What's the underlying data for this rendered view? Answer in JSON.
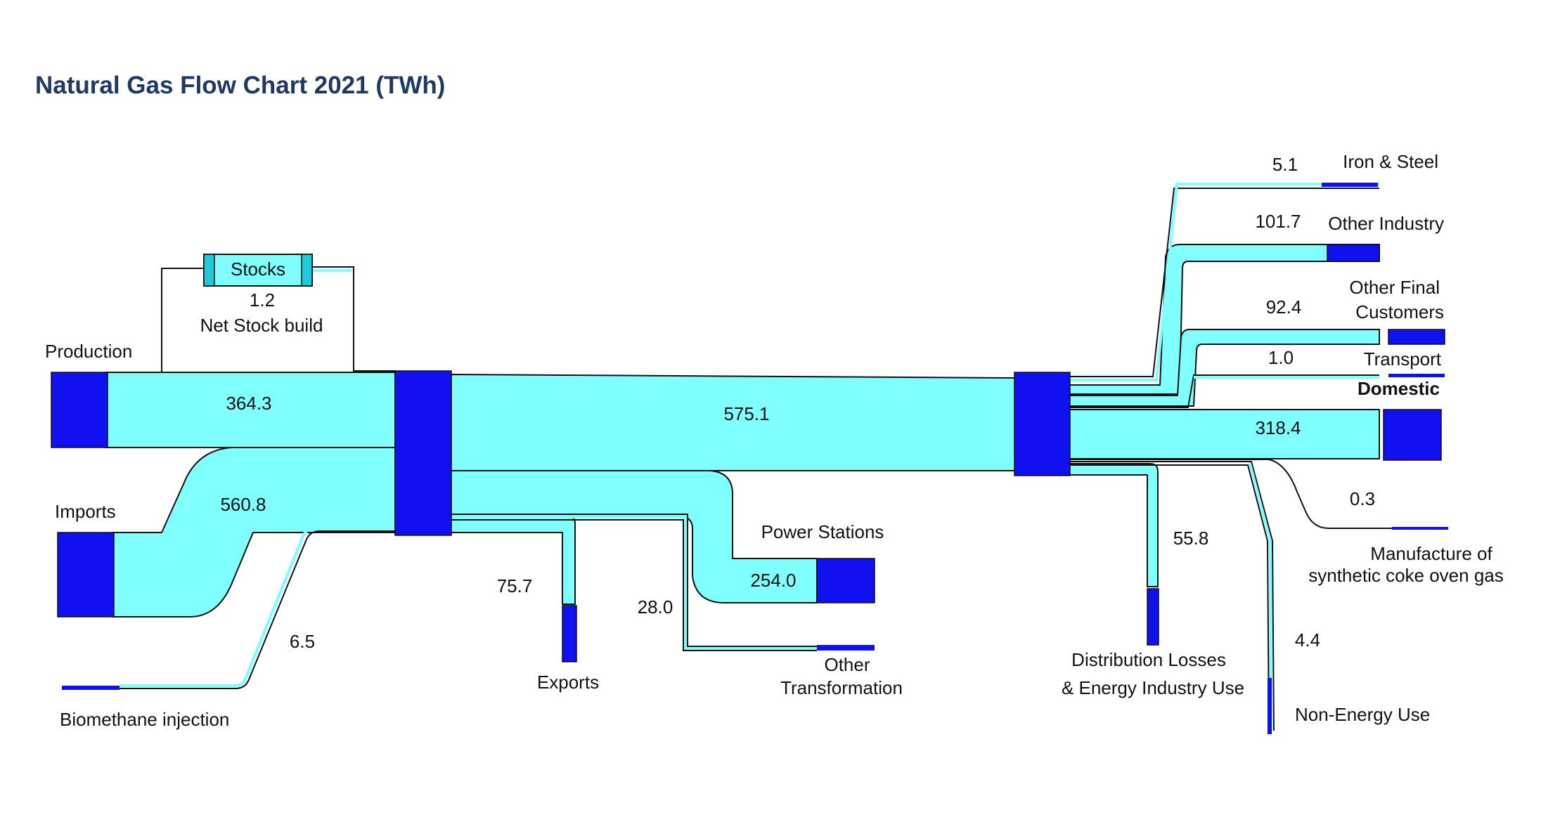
{
  "title": "Natural Gas Flow Chart 2021 (TWh)",
  "colors": {
    "flow": "#80ffff",
    "node": "#1010f0",
    "outline": "#111111",
    "title": "#1f3864"
  },
  "nodes": {
    "production": "Production",
    "imports": "Imports",
    "biomethane": "Biomethane injection",
    "stocks": "Stocks",
    "net_stock_build": "Net Stock build",
    "exports": "Exports",
    "power_stations": "Power Stations",
    "other_transformation_1": "Other",
    "other_transformation_2": "Transformation",
    "iron_steel": "Iron & Steel",
    "other_industry": "Other Industry",
    "other_final_1": "Other Final",
    "other_final_2": "Customers",
    "transport": "Transport",
    "domestic": "Domestic",
    "manufacture_1": "Manufacture of",
    "manufacture_2": "synthetic coke oven gas",
    "distribution_1": "Distribution Losses",
    "distribution_2": "& Energy Industry Use",
    "non_energy": "Non-Energy Use"
  },
  "flows": {
    "production": "364.3",
    "imports": "560.8",
    "biomethane": "6.5",
    "stocks": "1.2",
    "exports": "75.7",
    "other_transformation": "28.0",
    "power_stations": "254.0",
    "total": "575.1",
    "iron_steel": "5.1",
    "other_industry": "101.7",
    "other_final": "92.4",
    "transport": "1.0",
    "domestic": "318.4",
    "manufacture": "0.3",
    "distribution": "55.8",
    "non_energy": "4.4"
  }
}
